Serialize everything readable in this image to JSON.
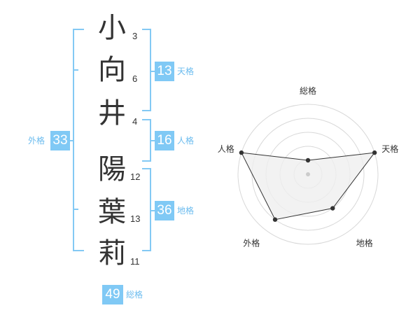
{
  "name": {
    "chars": [
      {
        "char": "小",
        "strokes": "3"
      },
      {
        "char": "向",
        "strokes": "6"
      },
      {
        "char": "井",
        "strokes": "4"
      },
      {
        "char": "陽",
        "strokes": "12"
      },
      {
        "char": "葉",
        "strokes": "13"
      },
      {
        "char": "莉",
        "strokes": "11"
      }
    ]
  },
  "kaku": {
    "tenkaku": {
      "value": "13",
      "label": "天格"
    },
    "jinkaku": {
      "value": "16",
      "label": "人格"
    },
    "chikaku": {
      "value": "36",
      "label": "地格"
    },
    "gaikaku": {
      "value": "33",
      "label": "外格"
    },
    "soukaku": {
      "value": "49",
      "label": "総格"
    }
  },
  "chart_data": {
    "type": "radar",
    "axes": [
      "総格",
      "天格",
      "地格",
      "外格",
      "人格"
    ],
    "values": [
      1,
      5,
      3,
      4,
      5
    ],
    "max": 5,
    "rings": 5,
    "colors": {
      "fill": "#efefef",
      "line": "#333333",
      "ring": "#d8d8d8",
      "accent": "#80c9f5"
    }
  }
}
